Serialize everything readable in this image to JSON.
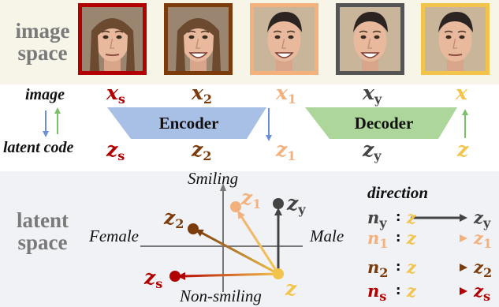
{
  "colors": {
    "s": "#b20000",
    "two": "#7b3b0b",
    "one": "#f3b27d",
    "y": "#444444",
    "z": "#f2c44b",
    "encoder": "#a8bfe6",
    "decoder": "#add69a",
    "image_space_bg": "#f7f5e8",
    "latent_space_bg": "#f1f2f6"
  },
  "sections": {
    "image_space": [
      "image",
      "space"
    ],
    "latent_space": [
      "latent",
      "space"
    ]
  },
  "row_labels": {
    "image": "image",
    "latent_code": "latent code"
  },
  "faces": [
    {
      "id": "x_s",
      "border": "#b20000",
      "expression": "neutral",
      "gender": "female"
    },
    {
      "id": "x_2",
      "border": "#7b3b0b",
      "expression": "smile",
      "gender": "female"
    },
    {
      "id": "x_1",
      "border": "#f3b27d",
      "expression": "smile",
      "gender": "male"
    },
    {
      "id": "x_y",
      "border": "#555555",
      "expression": "smile",
      "gender": "male"
    },
    {
      "id": "x",
      "border": "#f2c44b",
      "expression": "neutral",
      "gender": "male"
    }
  ],
  "image_labels": [
    {
      "base": "x",
      "sub": "s"
    },
    {
      "base": "x",
      "sub": "2"
    },
    {
      "base": "x",
      "sub": "1"
    },
    {
      "base": "x",
      "sub": "y"
    },
    {
      "base": "x",
      "sub": ""
    }
  ],
  "code_labels": [
    {
      "base": "z",
      "sub": "s"
    },
    {
      "base": "z",
      "sub": "2"
    },
    {
      "base": "z",
      "sub": "1"
    },
    {
      "base": "z",
      "sub": "y"
    },
    {
      "base": "z",
      "sub": ""
    }
  ],
  "blocks": {
    "encoder": "Encoder",
    "decoder": "Decoder"
  },
  "axes": {
    "top": "Smiling",
    "bottom": "Non-smiling",
    "left": "Female",
    "right": "Male"
  },
  "points": {
    "z": {
      "base": "z",
      "sub": ""
    },
    "z_y": {
      "base": "z",
      "sub": "y"
    },
    "z_1": {
      "base": "z",
      "sub": "1"
    },
    "z_2": {
      "base": "z",
      "sub": "2"
    },
    "z_s": {
      "base": "z",
      "sub": "s"
    }
  },
  "direction": {
    "title": "direction",
    "rows": [
      {
        "key": "y",
        "n_sub": "y",
        "target_base": "z",
        "target_sub": "y"
      },
      {
        "key": "one",
        "n_sub": "1",
        "target_base": "z",
        "target_sub": "1"
      },
      {
        "key": "two",
        "n_sub": "2",
        "target_base": "z",
        "target_sub": "2"
      },
      {
        "key": "s",
        "n_sub": "s",
        "target_base": "z",
        "target_sub": "s"
      }
    ],
    "source": "z",
    "n_base": "n",
    "colon": ":"
  }
}
